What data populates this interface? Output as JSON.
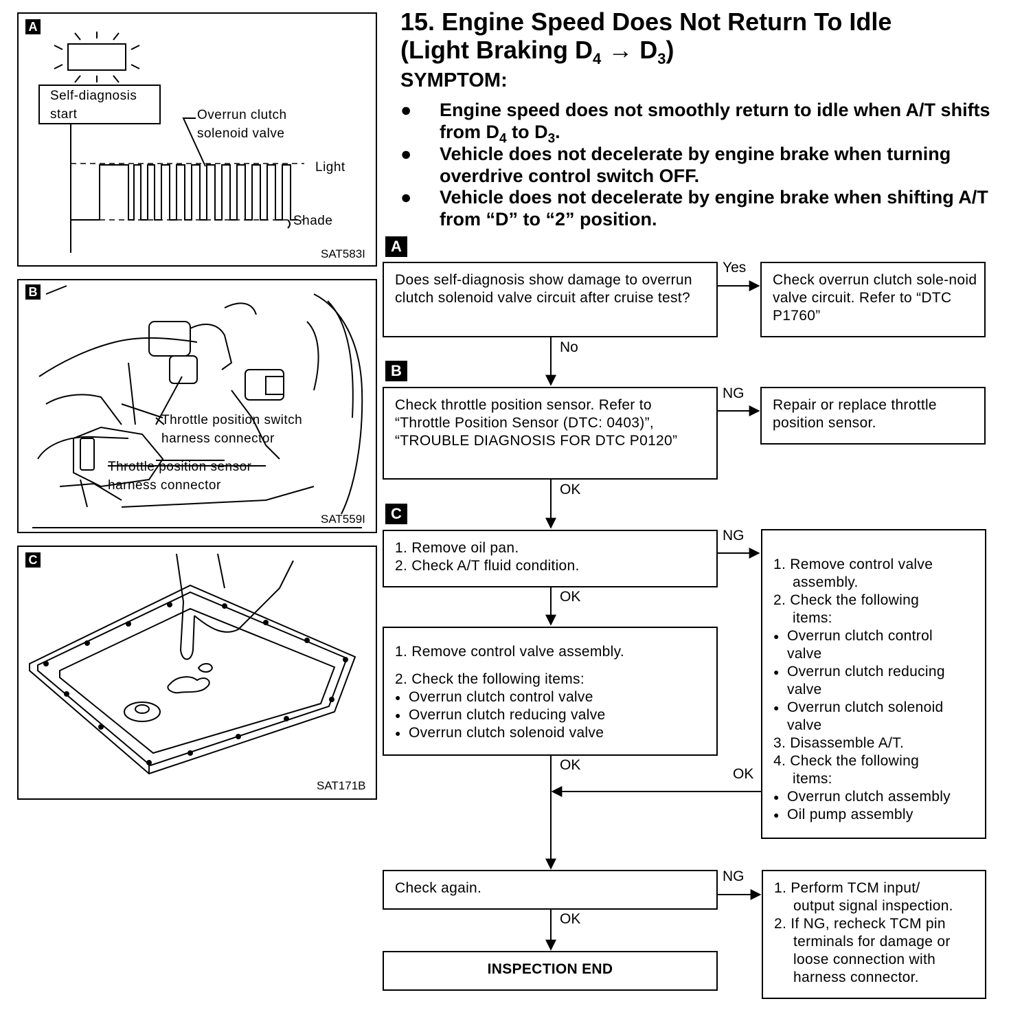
{
  "title": {
    "line1": "15. Engine Speed Does Not Return To Idle",
    "line2_pre": "(Light Braking D",
    "line2_sub1": "4",
    "line2_arrow": " → D",
    "line2_sub2": "3",
    "line2_post": ")"
  },
  "symptom": {
    "heading": "SYMPTOM:",
    "items": [
      {
        "pre": "Engine speed does not smoothly return to idle when A/T shifts from D",
        "sub1": "4",
        "mid": " to D",
        "sub2": "3",
        "post": "."
      },
      {
        "text": "Vehicle does not decelerate by engine brake when turning overdrive control switch OFF."
      },
      {
        "text": "Vehicle does not decelerate by engine brake when shifting A/T from “D” to “2” position."
      }
    ]
  },
  "figures": {
    "a": {
      "badge": "A",
      "code": "SAT583I",
      "start_label_1": "Self-diagnosis",
      "start_label_2": "start",
      "valve_label_1": "Overrun clutch",
      "valve_label_2": "solenoid valve",
      "light": "Light",
      "shade": "Shade"
    },
    "b": {
      "badge": "B",
      "code": "SAT559I",
      "switch_label_1": "Throttle position switch",
      "switch_label_2": "harness connector",
      "sensor_label_1": "Throttle position sensor",
      "sensor_label_2": "harness connector"
    },
    "c": {
      "badge": "C",
      "code": "SAT171B"
    }
  },
  "flow": {
    "step_a_badge": "A",
    "step_b_badge": "B",
    "step_c_badge": "C",
    "q1": "Does self-diagnosis show damage to overrun clutch solenoid valve circuit after cruise test?",
    "q1_yes_label": "Yes",
    "q1_yes": "Check overrun clutch sole-noid valve circuit. Refer to “DTC P1760”",
    "q1_no_label": "No",
    "q2": "Check throttle position sensor. Refer to “Throttle Position Sensor (DTC: 0403)”, “TROUBLE DIAGNOSIS FOR DTC P0120”",
    "q2_ng_label": "NG",
    "q2_ng": "Repair or replace throttle position sensor.",
    "q2_ok_label": "OK",
    "q3_line1": "1. Remove oil pan.",
    "q3_line2": "2. Check A/T fluid condition.",
    "q3_ng_label": "NG",
    "q3_ok_label": "OK",
    "ng3": {
      "l1": "1. Remove control valve",
      "l1b": "assembly.",
      "l2": "2. Check the following",
      "l2b": "items:",
      "b1": "Overrun clutch control",
      "b1b": "valve",
      "b2": "Overrun clutch reducing",
      "b2b": "valve",
      "b3": "Overrun clutch solenoid",
      "b3b": "valve",
      "l3": "3. Disassemble A/T.",
      "l4": "4. Check the following",
      "l4b": "items:",
      "b4": "Overrun clutch assembly",
      "b5": "Oil pump assembly"
    },
    "ng3_ok_label": "OK",
    "q4_line1": "1. Remove control valve assembly.",
    "q4_line2": "2. Check the following items:",
    "q4_items": [
      "Overrun clutch control valve",
      "Overrun clutch reducing valve",
      "Overrun clutch solenoid valve"
    ],
    "q4_ok_label": "OK",
    "q5": "Check again.",
    "q5_ng_label": "NG",
    "q5_ng": {
      "l1": "1. Perform TCM input/",
      "l1b": "output signal inspection.",
      "l2": "2. If NG, recheck TCM pin",
      "l2b": "terminals for damage or",
      "l2c": "loose connection with",
      "l2d": "harness connector."
    },
    "q5_ok_label": "OK",
    "end": "INSPECTION END"
  }
}
